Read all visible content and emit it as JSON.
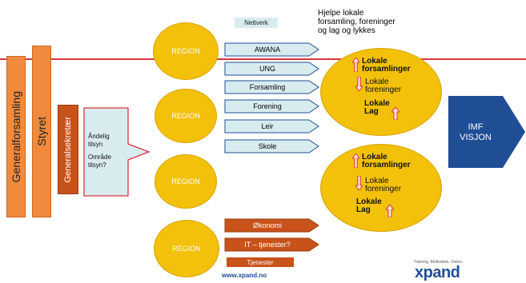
{
  "top_note": {
    "nettverk": "Nettverk",
    "help_text": [
      "Hjelpe lokale",
      "forsamling, foreninger",
      "og lag og lykkes"
    ]
  },
  "left_boxes": {
    "generalforsamling": "Generalforsamling",
    "styret": "Styret",
    "generalsekretaer": "Generalsekretær"
  },
  "tilsyn": {
    "line1": "Åndelig",
    "line2": "tilsyn",
    "line3": "Område",
    "line4": "tilsyn?"
  },
  "regions": [
    "REGION",
    "REGION",
    "REGION",
    "REGION"
  ],
  "blue_arrows": [
    "AWANA",
    "UNG",
    "Forsamling",
    "Forening",
    "Leir",
    "Skole"
  ],
  "orange_arrows": [
    "Økonomi",
    "IT – tjenester?"
  ],
  "tjenester": "Tjenester",
  "local_groups": [
    {
      "forsamlinger": [
        "Lokale",
        "forsamlinger"
      ],
      "foreninger": [
        "Lokale",
        "foreninger"
      ],
      "lag": [
        "Lokale",
        "Lag"
      ]
    },
    {
      "forsamlinger": [
        "Lokale",
        "forsamlinger"
      ],
      "foreninger": [
        "Lokale",
        "foreninger"
      ],
      "lag": [
        "Lokale",
        "Lag"
      ]
    }
  ],
  "vision": {
    "line1": "IMF",
    "line2": "VISJON"
  },
  "footer": {
    "url": "www.xpand.no",
    "tagline": "Training. Motivation. Vision.",
    "logo": "xpand"
  },
  "colors": {
    "orange": "#f08a3c",
    "dark_orange": "#c8521a",
    "yellow": "#f3c00a",
    "light_blue": "#d8ecf0",
    "navy": "#1f4e95",
    "red": "#d9363e"
  }
}
